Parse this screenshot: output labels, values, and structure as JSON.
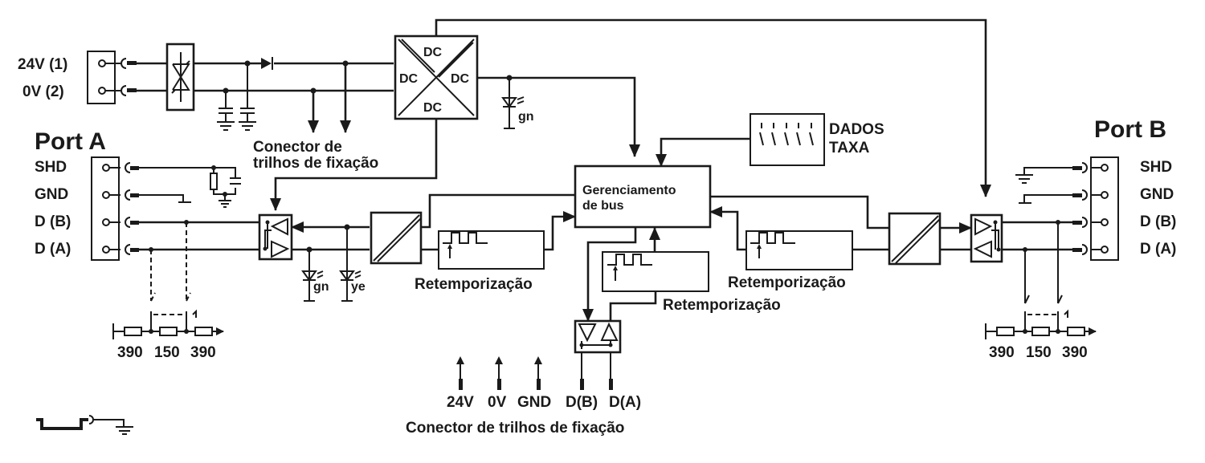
{
  "power": {
    "terminal_24v": "24V (1)",
    "terminal_0v": "0V  (2)",
    "dc_labels": [
      "DC",
      "DC",
      "DC",
      "DC"
    ],
    "led_power": "gn",
    "rail_connector_label_line1": "Conector de",
    "rail_connector_label_line2": "trilhos de fixação"
  },
  "port_a": {
    "title": "Port A",
    "pins": [
      "SHD",
      "GND",
      "D (B)",
      "D (A)"
    ],
    "led_labels": [
      "gn",
      "ye"
    ],
    "termination_values": [
      "390",
      "150",
      "390"
    ]
  },
  "port_b": {
    "title": "Port B",
    "pins": [
      "SHD",
      "GND",
      "D (B)",
      "D (A)"
    ],
    "termination_values": [
      "390",
      "150",
      "390"
    ]
  },
  "core": {
    "bus_manager_line1": "Gerenciamento",
    "bus_manager_line2": "de bus",
    "dip_label_line1": "DADOS",
    "dip_label_line2": "TAXA",
    "retiming_left": "Retemporização",
    "retiming_center": "Retemporização",
    "retiming_right": "Retemporização"
  },
  "bottom_connector": {
    "pins": [
      "24V",
      "0V",
      "GND",
      "D(B)",
      "D(A)"
    ],
    "title": "Conector de trilhos de fixação"
  }
}
